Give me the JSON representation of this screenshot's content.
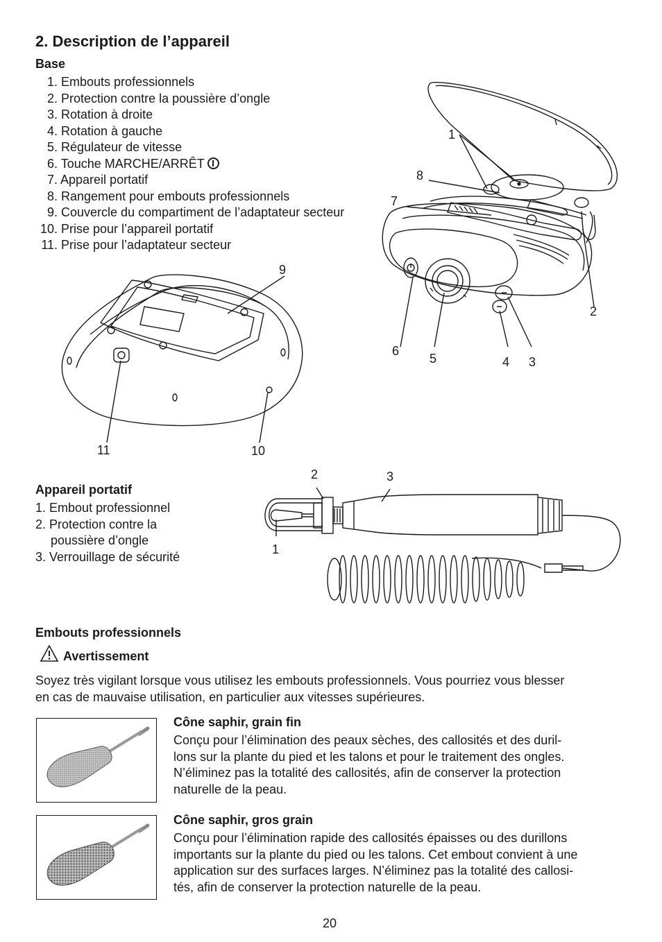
{
  "section": {
    "title": "2. Description de l’appareil",
    "base_heading": "Base",
    "base_items": [
      {
        "num": "1.",
        "label": "Embouts professionnels"
      },
      {
        "num": "2.",
        "label": "Protection contre la poussière d’ongle"
      },
      {
        "num": "3.",
        "label": "Rotation à droite"
      },
      {
        "num": "4.",
        "label": "Rotation à gauche"
      },
      {
        "num": "5.",
        "label": "Régulateur de vitesse"
      },
      {
        "num": "6.",
        "label": "Touche MARCHE/ARRÊT"
      },
      {
        "num": "7.",
        "label": "Appareil portatif"
      },
      {
        "num": "8.",
        "label": "Rangement pour embouts professionnels"
      },
      {
        "num": "9.",
        "label": "Couvercle du compartiment de l’adaptateur secteur"
      },
      {
        "num": "10.",
        "label": "Prise pour l’appareil portatif"
      },
      {
        "num": "11.",
        "label": "Prise pour l’adaptateur secteur"
      }
    ],
    "handheld_heading": "Appareil portatif",
    "handheld_items": [
      {
        "num": "1.",
        "label": "Embout professionnel"
      },
      {
        "num": "2.",
        "label": "Protection contre la"
      },
      {
        "num": "",
        "label": "poussière d’ongle"
      },
      {
        "num": "3.",
        "label": "Verrouillage de sécurité"
      }
    ]
  },
  "figure_callouts": {
    "base_top": [
      "1",
      "8",
      "7",
      "2",
      "6",
      "5",
      "4",
      "3"
    ],
    "base_bottom": [
      "9",
      "11",
      "10"
    ],
    "handheld": [
      "2",
      "3",
      "1"
    ]
  },
  "attachments": {
    "heading": "Embouts professionnels",
    "warning_title": "Avertissement",
    "warning_text_line1": "Soyez très vigilant lorsque vous utilisez les embouts professionnels. Vous pourriez vous blesser",
    "warning_text_line2": "en cas de mauvaise utilisation, en particulier aux vitesses supérieures.",
    "items": [
      {
        "title": "Cône saphir, grain fin",
        "lines": [
          "Conçu pour l’élimination des peaux sèches, des callosités et des duril-",
          "lons sur la plante du pied et les talons et pour le traitement des ongles.",
          "N’éliminez pas la totalité des callosités, afin de conserver la protection",
          "naturelle de la peau."
        ]
      },
      {
        "title": "Cône saphir, gros grain",
        "lines": [
          "Conçu pour l’élimination rapide des callosités épaisses ou des durillons",
          "importants sur la plante du pied ou les talons. Cet embout convient à une",
          "application sur des surfaces larges. N’éliminez pas la totalité des callosi-",
          "tés, afin de conserver la protection naturelle de la peau."
        ]
      }
    ]
  },
  "page_number": "20",
  "colors": {
    "ink": "#1a1a1a",
    "paper": "#ffffff"
  }
}
